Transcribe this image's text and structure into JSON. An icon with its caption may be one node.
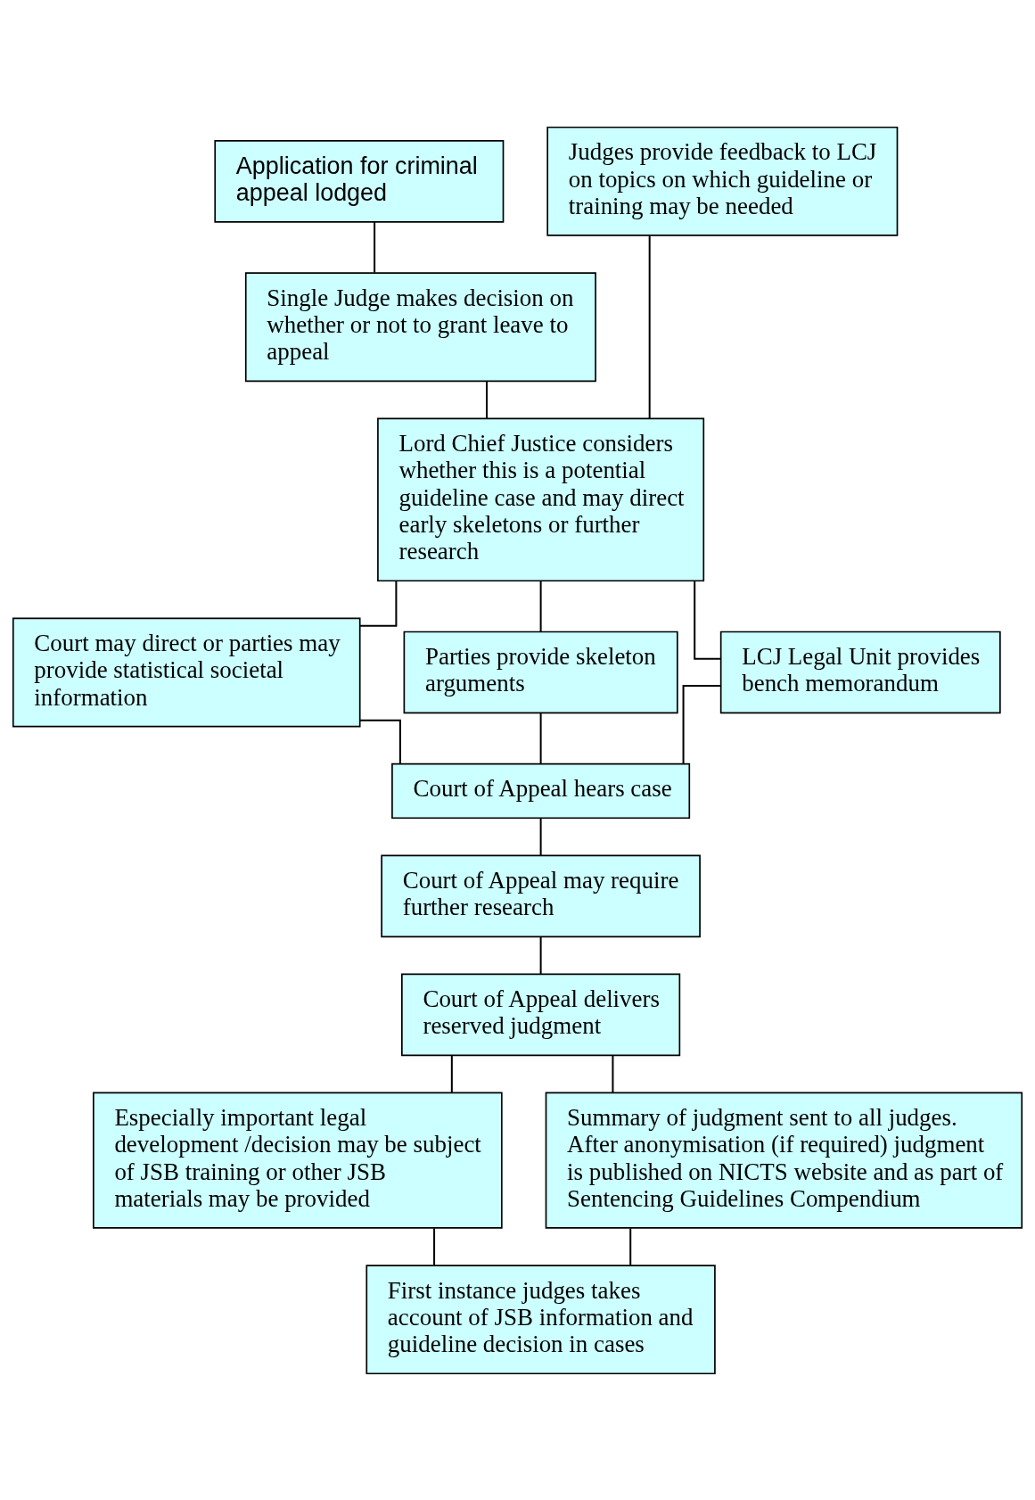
{
  "diagram": {
    "nodes": [
      {
        "text": [
          "Application for criminal appeal lodged"
        ]
      },
      {
        "text": [
          "Judges provide feedback to LCJ on topics on which guideline or training may be needed"
        ]
      },
      {
        "text": [
          "Single Judge makes decision on whether or not to grant leave to appeal"
        ]
      },
      {
        "text": [
          "Lord Chief Justice considers whether this is a potential guideline case and may direct early skeletons or further research"
        ]
      },
      {
        "text": [
          "Court may direct or parties may provide statistical societal information"
        ]
      },
      {
        "text": [
          "Parties provide skeleton arguments"
        ]
      },
      {
        "text": [
          "LCJ Legal Unit provides bench memorandum"
        ]
      },
      {
        "text": [
          "Court of Appeal hears case"
        ]
      },
      {
        "text": [
          "Court of Appeal may require further research"
        ]
      },
      {
        "text": [
          "Court of Appeal delivers reserved judgment"
        ]
      },
      {
        "text": [
          "Especially important legal development /decision may be subject of JSB training or other JSB materials may be provided"
        ]
      },
      {
        "text": [
          "Summary of judgment sent to all judges. After anonymisation (if required) judgment is published on NICTS website and as part of Sentencing Guidelines Compendium"
        ]
      },
      {
        "text": [
          "First instance judges takes account of JSB information and guideline decision in cases"
        ]
      }
    ],
    "edges": [
      {
        "from": 0,
        "to": 2,
        "arrow": "none"
      },
      {
        "from": 2,
        "to": 3,
        "arrow": "none"
      },
      {
        "from": 1,
        "to": 3,
        "arrow": "none"
      },
      {
        "from": 3,
        "to": 4,
        "arrow": "none"
      },
      {
        "from": 3,
        "to": 5,
        "arrow": "none"
      },
      {
        "from": 3,
        "to": 6,
        "arrow": "none"
      },
      {
        "from": 4,
        "to": 7,
        "arrow": "none"
      },
      {
        "from": 5,
        "to": 7,
        "arrow": "none"
      },
      {
        "from": 6,
        "to": 7,
        "arrow": "none"
      },
      {
        "from": 7,
        "to": 8,
        "arrow": "none"
      },
      {
        "from": 8,
        "to": 9,
        "arrow": "none"
      },
      {
        "from": 9,
        "to": 10,
        "arrow": "none"
      },
      {
        "from": 9,
        "to": 11,
        "arrow": "none"
      },
      {
        "from": 10,
        "to": 12,
        "arrow": "none"
      },
      {
        "from": 11,
        "to": 12,
        "arrow": "none"
      }
    ]
  }
}
